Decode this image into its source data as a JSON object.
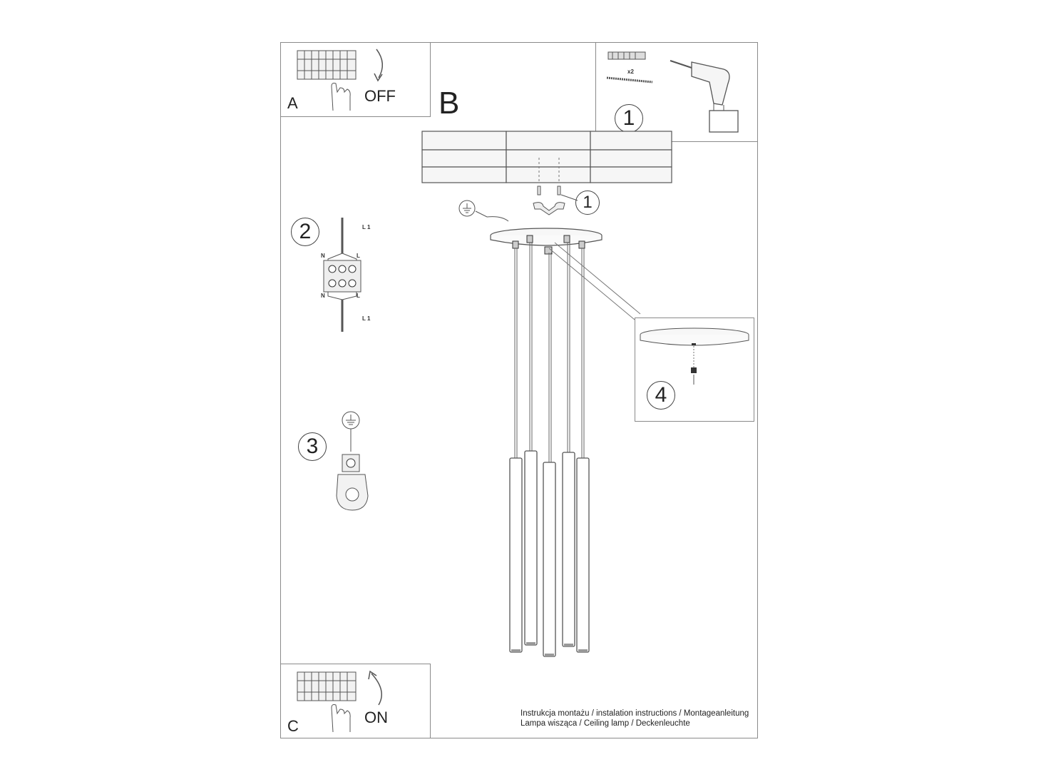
{
  "panels": {
    "a": {
      "letter": "A",
      "switch_label": "OFF"
    },
    "b": {
      "letter": "B"
    },
    "c": {
      "letter": "C",
      "switch_label": "ON"
    }
  },
  "steps": [
    "1",
    "1",
    "2",
    "3",
    "4"
  ],
  "tools": {
    "qty": "x2"
  },
  "wiring": {
    "l1_top": "L 1",
    "l1_bottom": "L 1",
    "n": "N",
    "l": "L"
  },
  "footer": {
    "line1": "Instrukcja montażu / instalation instructions / Montageanleitung",
    "line2": "Lampa wisząca / Ceiling lamp / Deckenleuchte"
  }
}
